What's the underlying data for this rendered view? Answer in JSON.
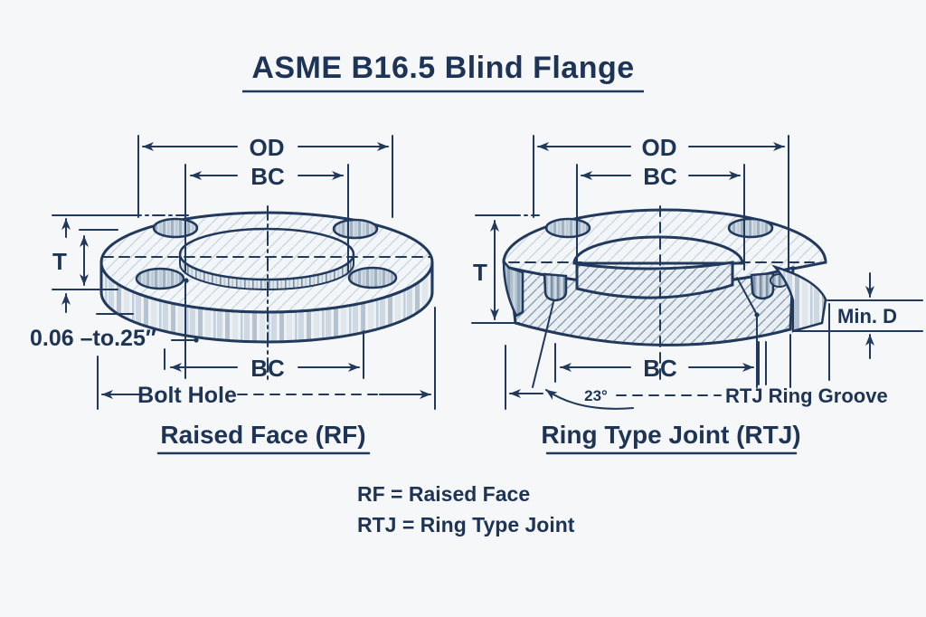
{
  "title": "ASME B16.5 Blind Flange",
  "views": {
    "rf": {
      "caption": "Raised Face (RF)",
      "labels": {
        "od": "OD",
        "bc_top": "BC",
        "thickness": "T",
        "raised_face_height": "0.06 –to.25″",
        "bc_bottom": "BC",
        "bolt_hole": "Bolt Hole"
      }
    },
    "rtj": {
      "caption": "Ring Type Joint (RTJ)",
      "labels": {
        "od": "OD",
        "bc_top": "BC",
        "thickness": "T",
        "min_depth": "Min. D",
        "bc_bottom": "BC",
        "groove_angle": "23°",
        "groove_label": "RTJ Ring Groove"
      }
    }
  },
  "legend": {
    "rf": "RF = Raised Face",
    "rtj": "RTJ = Ring Type Joint"
  },
  "colors": {
    "background": "#f5f7f8",
    "line": "#21395c",
    "text": "#1d3456",
    "hatch_light": "#c6d2db",
    "hatch_section": "#7f98ad"
  }
}
